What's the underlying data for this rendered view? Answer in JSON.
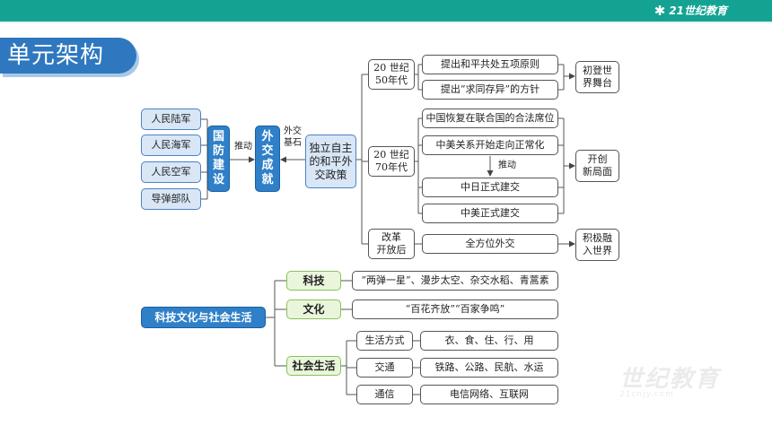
{
  "header": {
    "logo_text": "21世纪教育"
  },
  "title": "单元架构",
  "military": {
    "items": [
      "人民陆军",
      "人民海军",
      "人民空军",
      "导弹部队"
    ]
  },
  "defense": {
    "label": "国\n防\n建\n设"
  },
  "edge_labels": {
    "push": "推动",
    "foundation": "外交\n基石",
    "push2": "推动"
  },
  "achievements": {
    "label": "外\n交\n成\n就"
  },
  "policy": {
    "label": "独立自主\n的和平外\n交政策"
  },
  "era50": {
    "label": "20 世纪\n50年代",
    "items": [
      "提出和平共处五项原则",
      "提出“求同存异”的方针"
    ],
    "result": "初登世\n界舞台"
  },
  "era70": {
    "label": "20 世纪\n70年代",
    "items": [
      "中国恢复在联合国的合法席位",
      "中美关系开始走向正常化",
      "中日正式建交",
      "中美正式建交"
    ],
    "result": "开创\n新局面"
  },
  "reform": {
    "label": "改革\n开放后",
    "item": "全方位外交",
    "result": "积极融\n入世界"
  },
  "culture": {
    "label": "科技文化与社会生活",
    "tech": {
      "label": "科技",
      "item": "“两弹一星”、漫步太空、杂交水稻、青蒿素"
    },
    "wenhua": {
      "label": "文化",
      "item": "“百花齐放”“百家争鸣”"
    },
    "social": {
      "label": "社会生活",
      "items": [
        {
          "label": "生活方式",
          "value": "衣、食、住、行、用"
        },
        {
          "label": "交通",
          "value": "铁路、公路、民航、水运"
        },
        {
          "label": "通信",
          "value": "电信网络、互联网"
        }
      ]
    }
  },
  "watermark": {
    "main": "世纪教育",
    "sub": "21cnjy.com"
  },
  "colors": {
    "topbar": "#14a392",
    "title_tab": "#2f78bf",
    "dark_box": "#2f80c8",
    "light_box": "#d8e6f6",
    "green_box": "#e9f6dc"
  }
}
